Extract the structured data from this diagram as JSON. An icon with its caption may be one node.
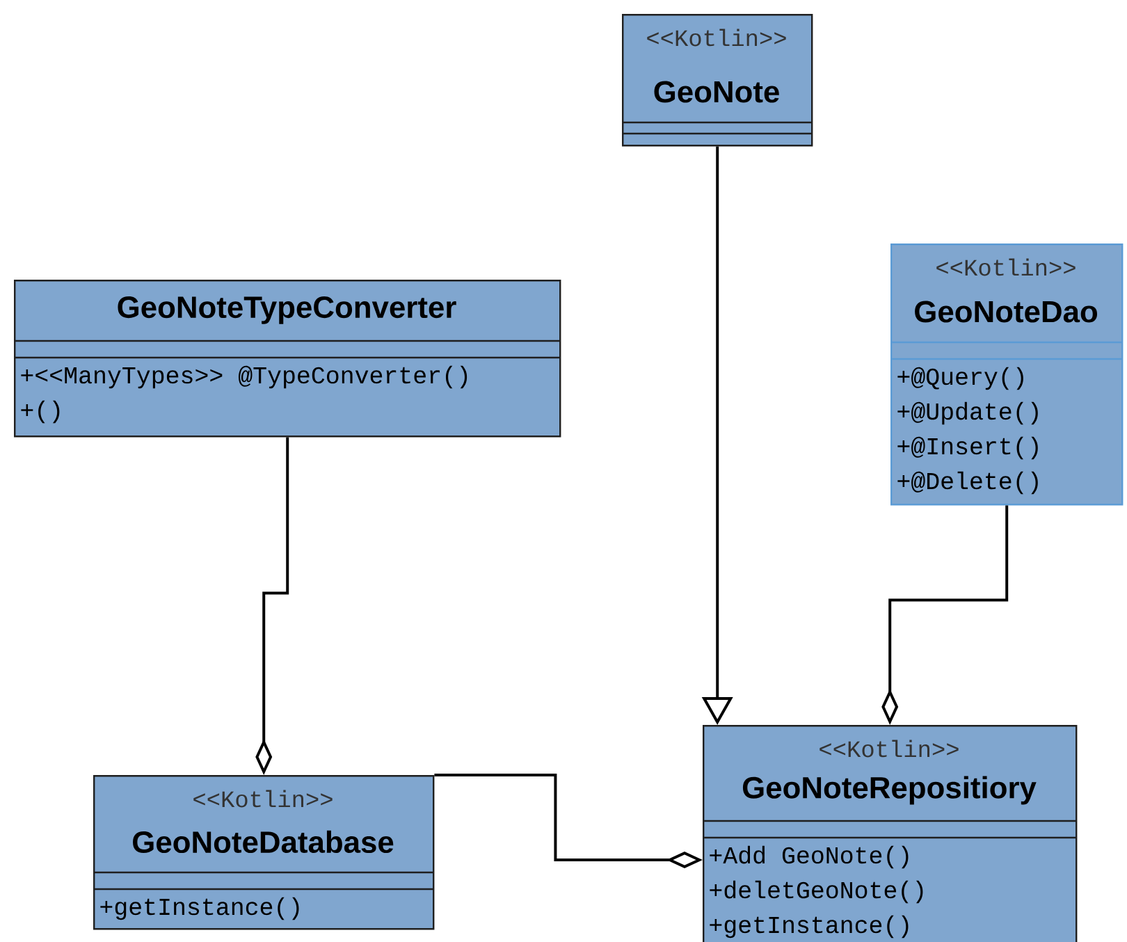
{
  "diagram": {
    "nodes": [
      {
        "text": [
          "<<Kotlin>>",
          "GeoNote"
        ]
      },
      {
        "text": [
          "GeoNoteTypeConverter",
          "+<<ManyTypes>> @TypeConverter()",
          "+()"
        ]
      },
      {
        "text": [
          "<<Kotlin>>",
          "GeoNoteDao",
          "+@Query()",
          "+@Update()",
          "+@Insert()",
          "+@Delete()"
        ]
      },
      {
        "text": [
          "<<Kotlin>>",
          "GeoNoteDatabase",
          "+getInstance()"
        ]
      },
      {
        "text": [
          "<<Kotlin>>",
          "GeoNoteRepositiory",
          "+Add GeoNote()",
          "+deletGeoNote()",
          "+getInstance()"
        ]
      }
    ],
    "edges": [
      {
        "from": 0,
        "to": 4,
        "arrow": "to"
      },
      {
        "from": 1,
        "to": 3,
        "arrow": "other"
      },
      {
        "from": 2,
        "to": 4,
        "arrow": "other"
      },
      {
        "from": 3,
        "to": 4,
        "arrow": "other"
      }
    ]
  }
}
